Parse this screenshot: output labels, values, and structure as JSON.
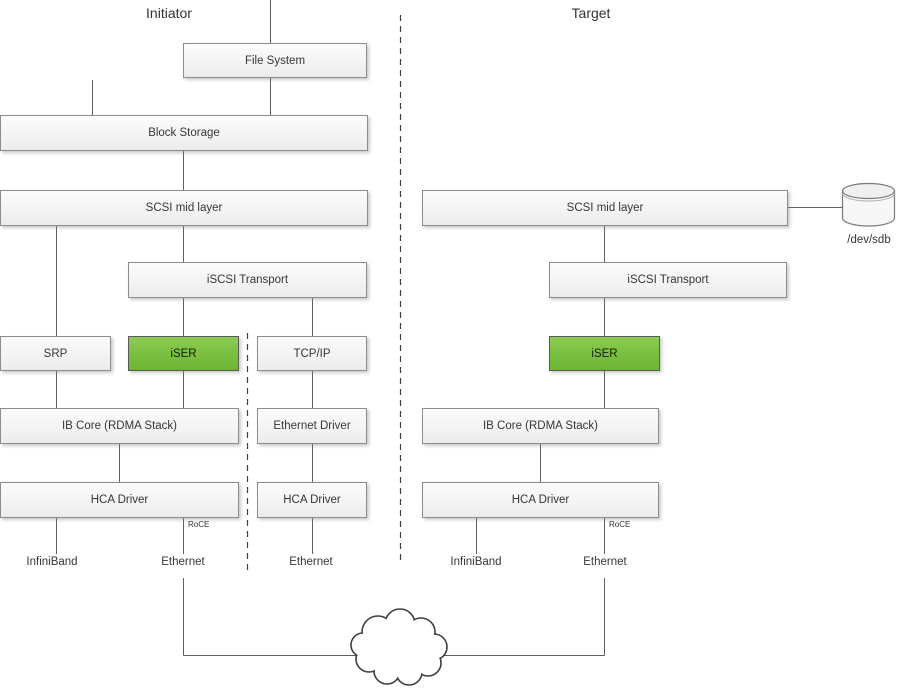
{
  "titles": {
    "initiator": "Initiator",
    "target": "Target"
  },
  "initiator": {
    "file_system": "File System",
    "block_storage": "Block Storage",
    "scsi_mid_layer": "SCSI mid layer",
    "iscsi_transport": "iSCSI Transport",
    "srp": "SRP",
    "iser": "iSER",
    "tcp_ip": "TCP/IP",
    "ib_core": "IB Core (RDMA Stack)",
    "ethernet_driver": "Ethernet Driver",
    "hca_driver_ib": "HCA Driver",
    "hca_driver_eth": "HCA Driver",
    "roce": "RoCE",
    "infiniband_label": "InfiniBand",
    "ethernet_label": "Ethernet",
    "ethernet_label2": "Ethernet"
  },
  "target": {
    "scsi_mid_layer": "SCSI mid layer",
    "iscsi_transport": "iSCSI Transport",
    "iser": "iSER",
    "ib_core": "IB Core (RDMA Stack)",
    "hca_driver": "HCA Driver",
    "roce": "RoCE",
    "infiniband_label": "InfiniBand",
    "ethernet_label": "Ethernet",
    "disk_label": "/dev/sdb"
  },
  "colors": {
    "iser_green": "#7cc142",
    "box_border": "#8c8c8c",
    "connector_line": "#5f5f5f",
    "dashed_line": "#404040"
  }
}
